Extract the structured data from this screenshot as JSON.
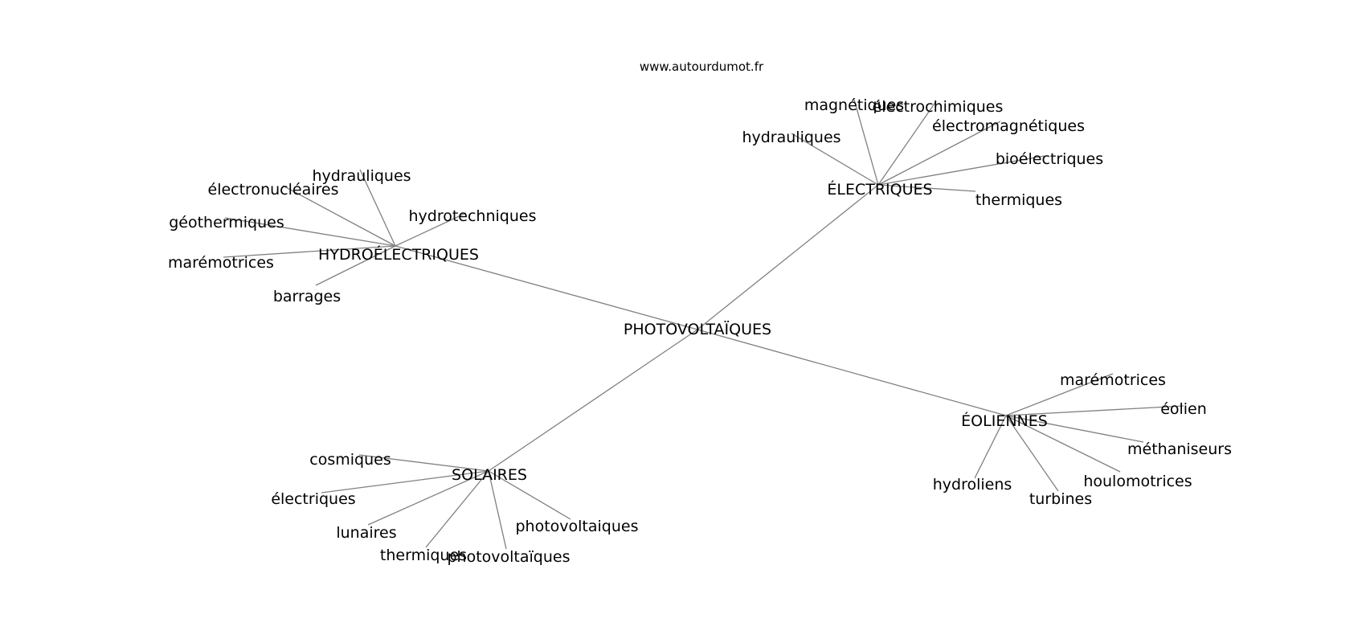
{
  "source": "www.autourdumot.fr",
  "center": "PHOTOVOLTAÏQUES",
  "groups": [
    {
      "hub": "ÉLECTRIQUES",
      "leaves": [
        "magnétiques",
        "électrochimiques",
        "électromagnétiques",
        "hydrauliques",
        "bioélectriques",
        "thermiques"
      ]
    },
    {
      "hub": "HYDROÉLECTRIQUES",
      "leaves": [
        "hydrauliques",
        "électronucléaires",
        "géothermiques",
        "hydrotechniques",
        "marémotrices",
        "barrages"
      ]
    },
    {
      "hub": "ÉOLIENNES",
      "leaves": [
        "marémotrices",
        "éolien",
        "méthaniseurs",
        "hydroliens",
        "houlomotrices",
        "turbines"
      ]
    },
    {
      "hub": "SOLAIRES",
      "leaves": [
        "cosmiques",
        "électriques",
        "lunaires",
        "thermiques",
        "photovoltaïques",
        "photovoltaiques"
      ]
    }
  ]
}
